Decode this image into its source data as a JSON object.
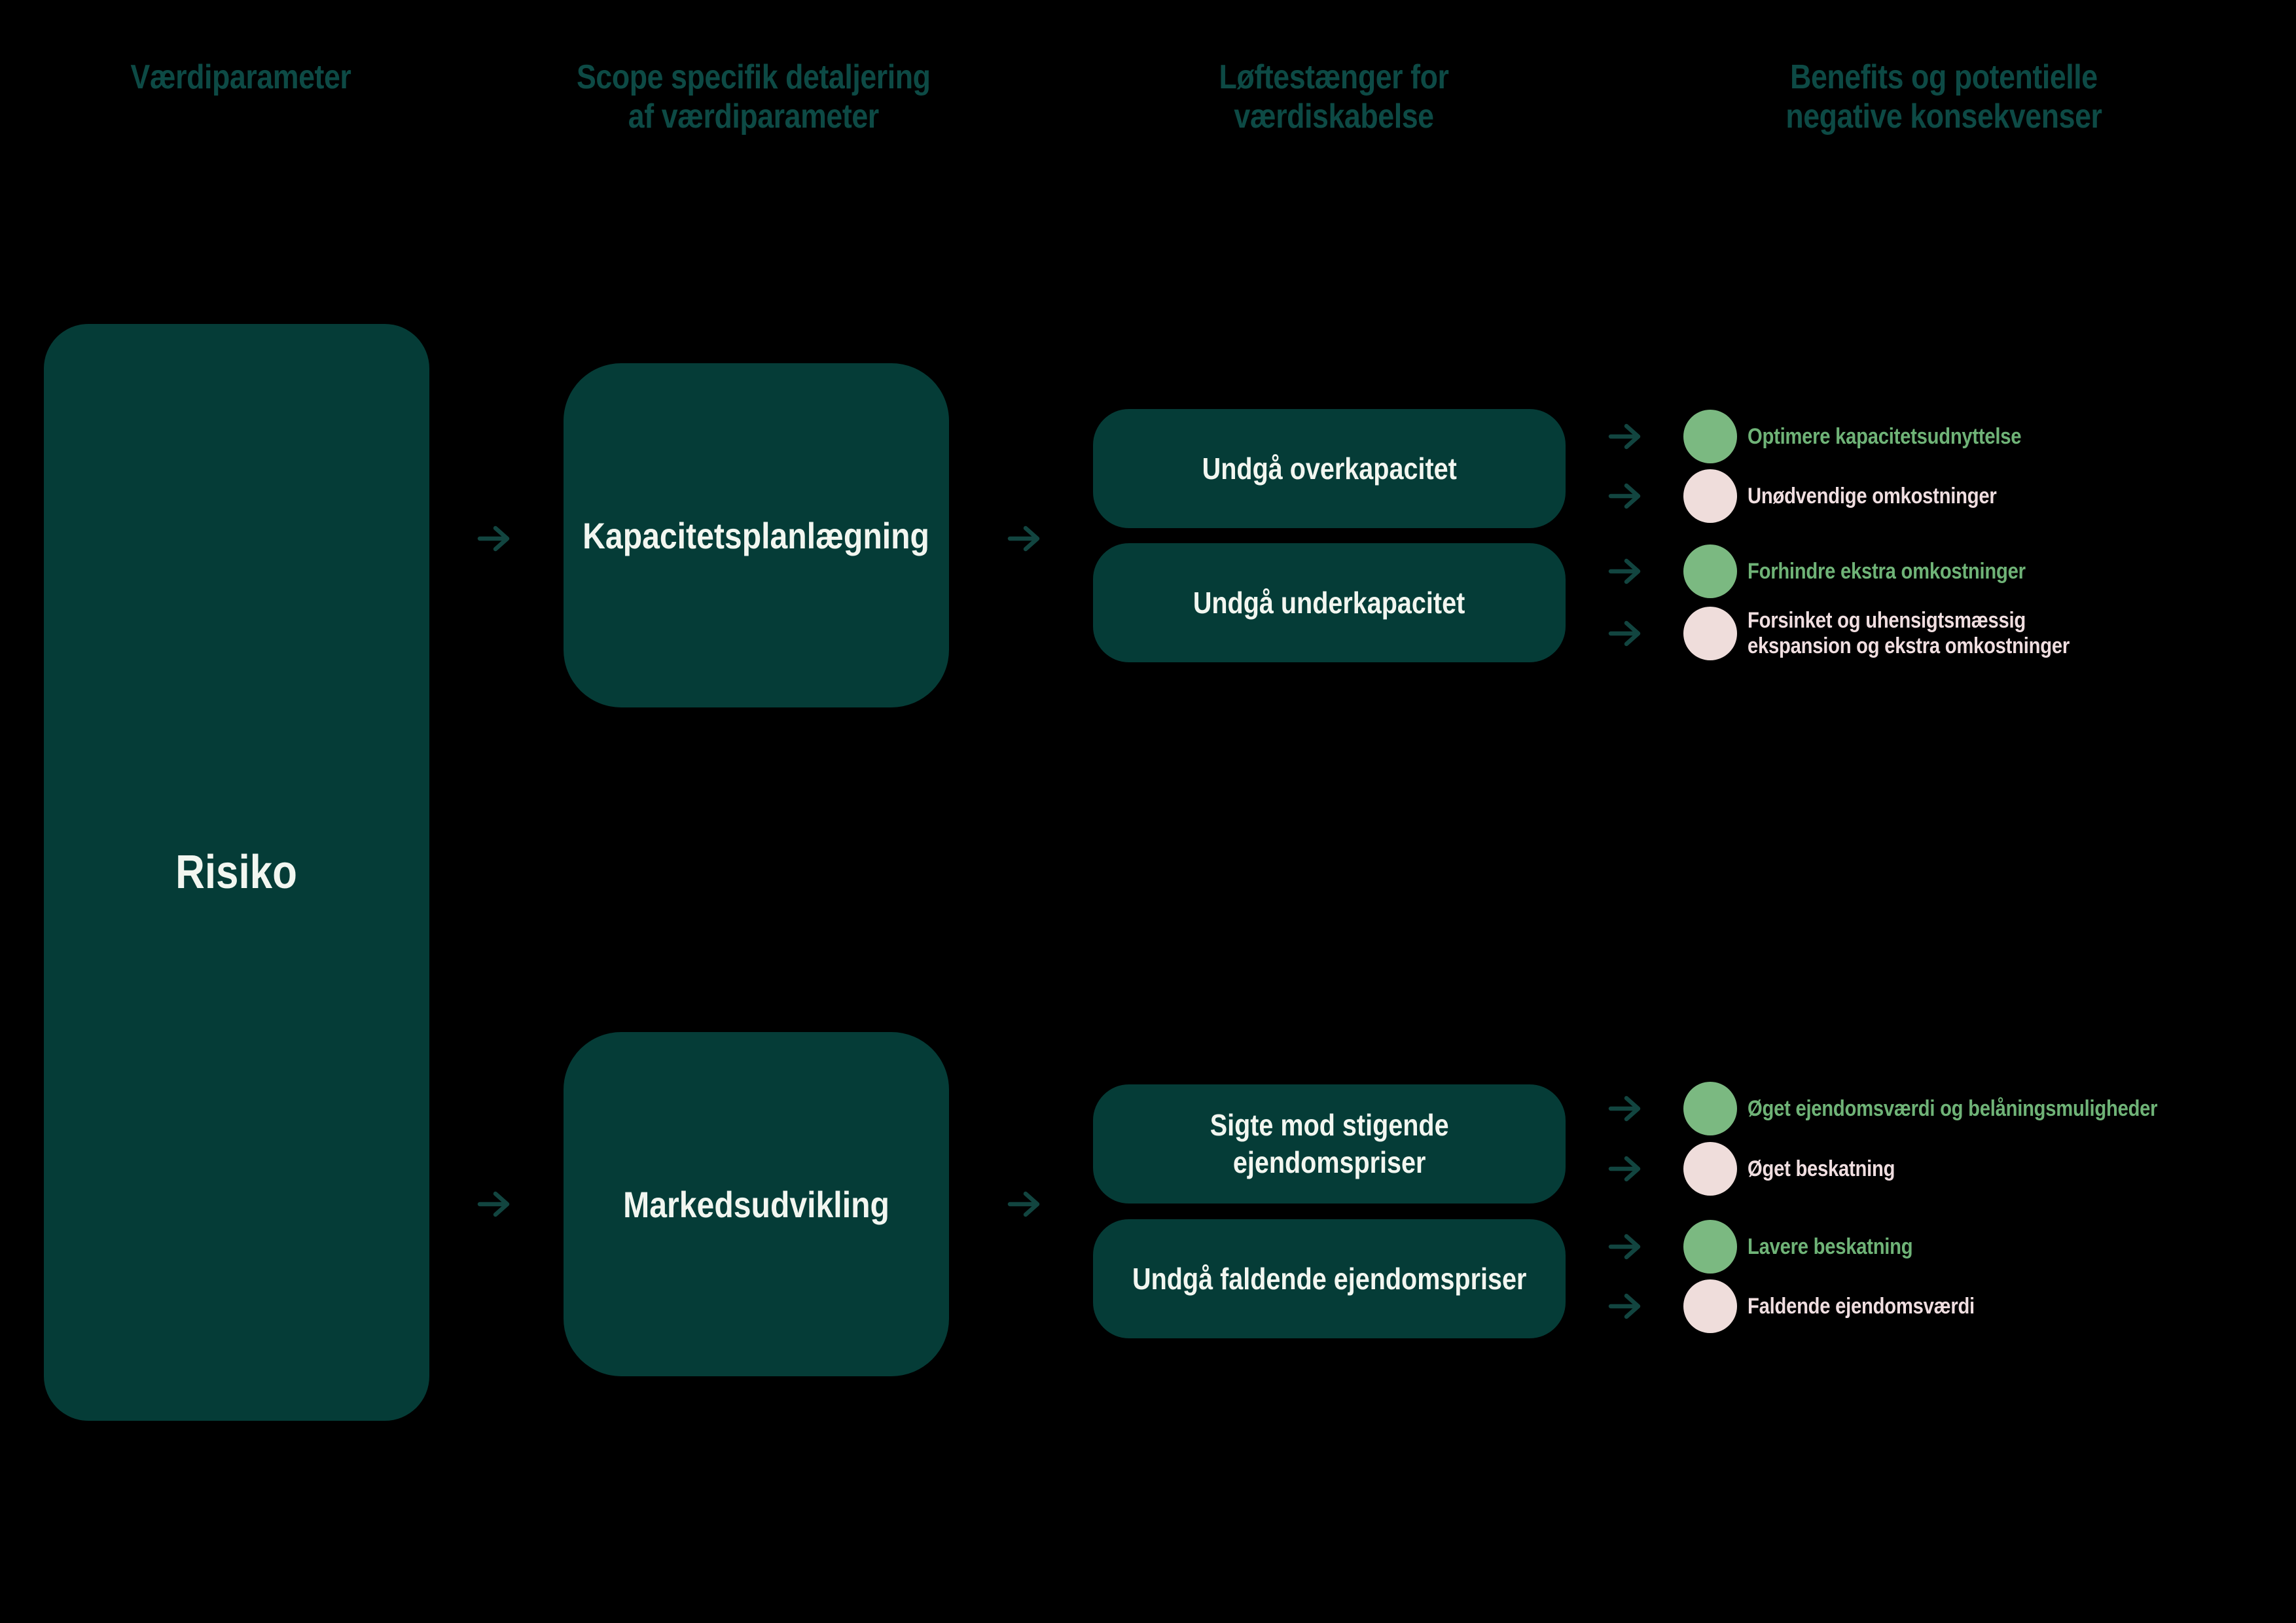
{
  "diagram": {
    "headers": [
      {
        "text": "Værdiparameter"
      },
      {
        "text": "Scope specifik detaljering\naf værdiparameter"
      },
      {
        "text": "Løftestænger for\nværdiskabelse"
      },
      {
        "text": "Benefits og potentielle\nnegative konsekvenser"
      }
    ],
    "value_parameter": {
      "label": "Risiko"
    },
    "groups": [
      {
        "scope": {
          "label": "Kapacitetsplanlægning"
        },
        "levers": [
          {
            "label": "Undgå overkapacitet"
          },
          {
            "label": "Undgå underkapacitet"
          }
        ],
        "benefits": [
          {
            "kind": "positive",
            "text": "Optimere kapacitetsudnyttelse"
          },
          {
            "kind": "negative",
            "text": "Unødvendige omkostninger"
          },
          {
            "kind": "positive",
            "text": "Forhindre ekstra omkostninger"
          },
          {
            "kind": "negative",
            "text": "Forsinket og uhensigtsmæssig\nekspansion og ekstra omkostninger"
          }
        ]
      },
      {
        "scope": {
          "label": "Markedsudvikling"
        },
        "levers": [
          {
            "label": "Sigte mod stigende\nejendomspriser"
          },
          {
            "label": "Undgå faldende ejendomspriser"
          }
        ],
        "benefits": [
          {
            "kind": "positive",
            "text": "Øget ejendomsværdi og  belåningsmuligheder"
          },
          {
            "kind": "negative",
            "text": "Øget beskatning"
          },
          {
            "kind": "positive",
            "text": "Lavere beskatning"
          },
          {
            "kind": "negative",
            "text": "Faldende ejendomsværdi"
          }
        ]
      }
    ]
  },
  "colors": {
    "background": "#000000",
    "box": "#053C37",
    "header": "#0D4A45",
    "arrow": "#124540",
    "label": "#F2F6F0",
    "positive": "#7BB981",
    "positive_text": "#6FB377",
    "negative": "#EFDDDB",
    "negative_text": "#F0DEE0"
  }
}
